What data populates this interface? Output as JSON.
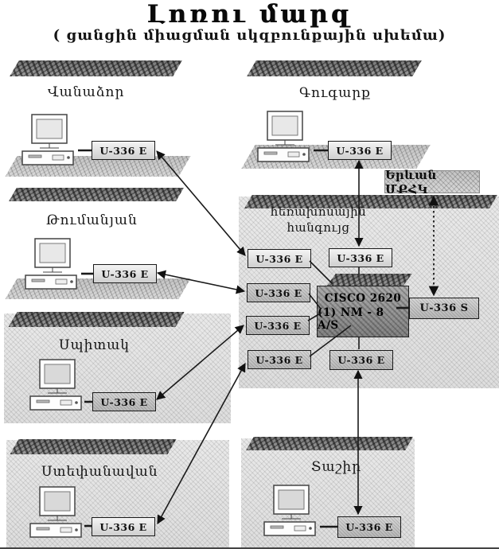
{
  "page": {
    "title": "Լոռու մարզ",
    "subtitle": "( ցանցին միացման սկզբունքային սխեմա)"
  },
  "labels": {
    "modem_e": "U-336 E",
    "modem_s": "U-336 S",
    "router_line1": "CISCO 2620",
    "router_line2": "(1) NM - 8 A/S",
    "yerevan_center": "Երևան ՄՔՀԿ",
    "phone_node_line1": "հեռախոսային",
    "phone_node_line2": "հանգույց"
  },
  "regions": [
    {
      "name": "Վանաձոր"
    },
    {
      "name": "Գուգարք"
    },
    {
      "name": "Թումանյան"
    },
    {
      "name": "Սպիտակ"
    },
    {
      "name": "Ստեփանավան"
    },
    {
      "name": "Տաշիր"
    }
  ]
}
